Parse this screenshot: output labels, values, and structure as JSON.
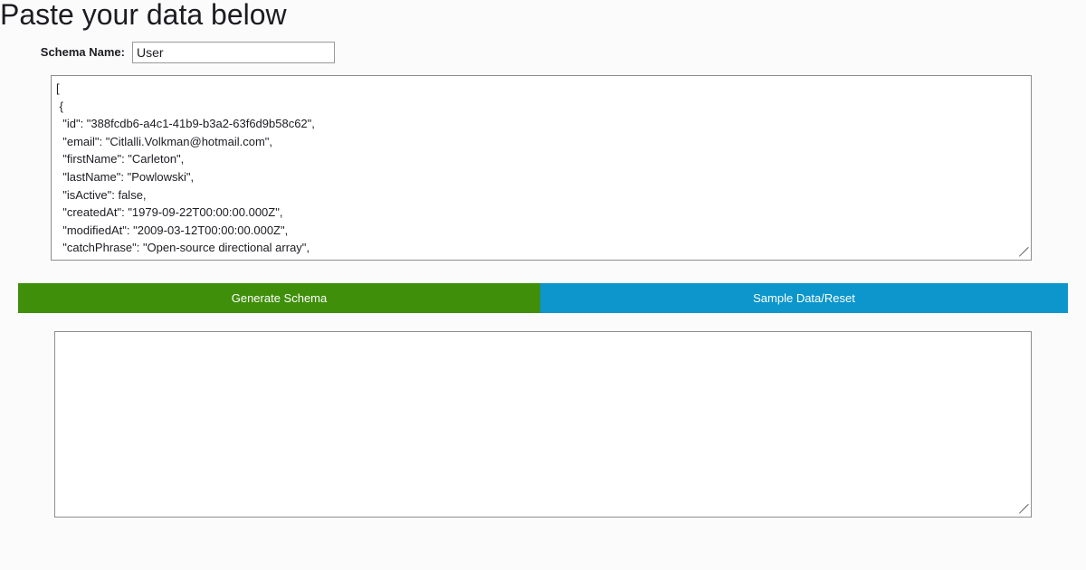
{
  "page": {
    "title": "Paste your data below",
    "background_color": "#fbfbfb"
  },
  "schema_name": {
    "label": "Schema Name:",
    "value": "User",
    "placeholder": ""
  },
  "input_textarea": {
    "name": "json-input",
    "placeholder": "",
    "value": "[\n {\n  \"id\": \"388fcdb6-a4c1-41b9-b3a2-63f6d9b58c62\",\n  \"email\": \"Citlalli.Volkman@hotmail.com\",\n  \"firstName\": \"Carleton\",\n  \"lastName\": \"Powlowski\",\n  \"isActive\": false,\n  \"createdAt\": \"1979-09-22T00:00:00.000Z\",\n  \"modifiedAt\": \"2009-03-12T00:00:00.000Z\",\n  \"catchPhrase\": \"Open-source directional array\",\n  \"companyName\": \"Towne Ltd\""
  },
  "output_textarea": {
    "name": "schema-output",
    "placeholder": "",
    "value": ""
  },
  "buttons": {
    "generate_label": "Generate Schema",
    "generate_color": "#3f8f0a",
    "sample_label": "Sample Data/Reset",
    "sample_color": "#0c96cc"
  },
  "icons": {
    "resize_grip": "resize-grip-icon"
  }
}
